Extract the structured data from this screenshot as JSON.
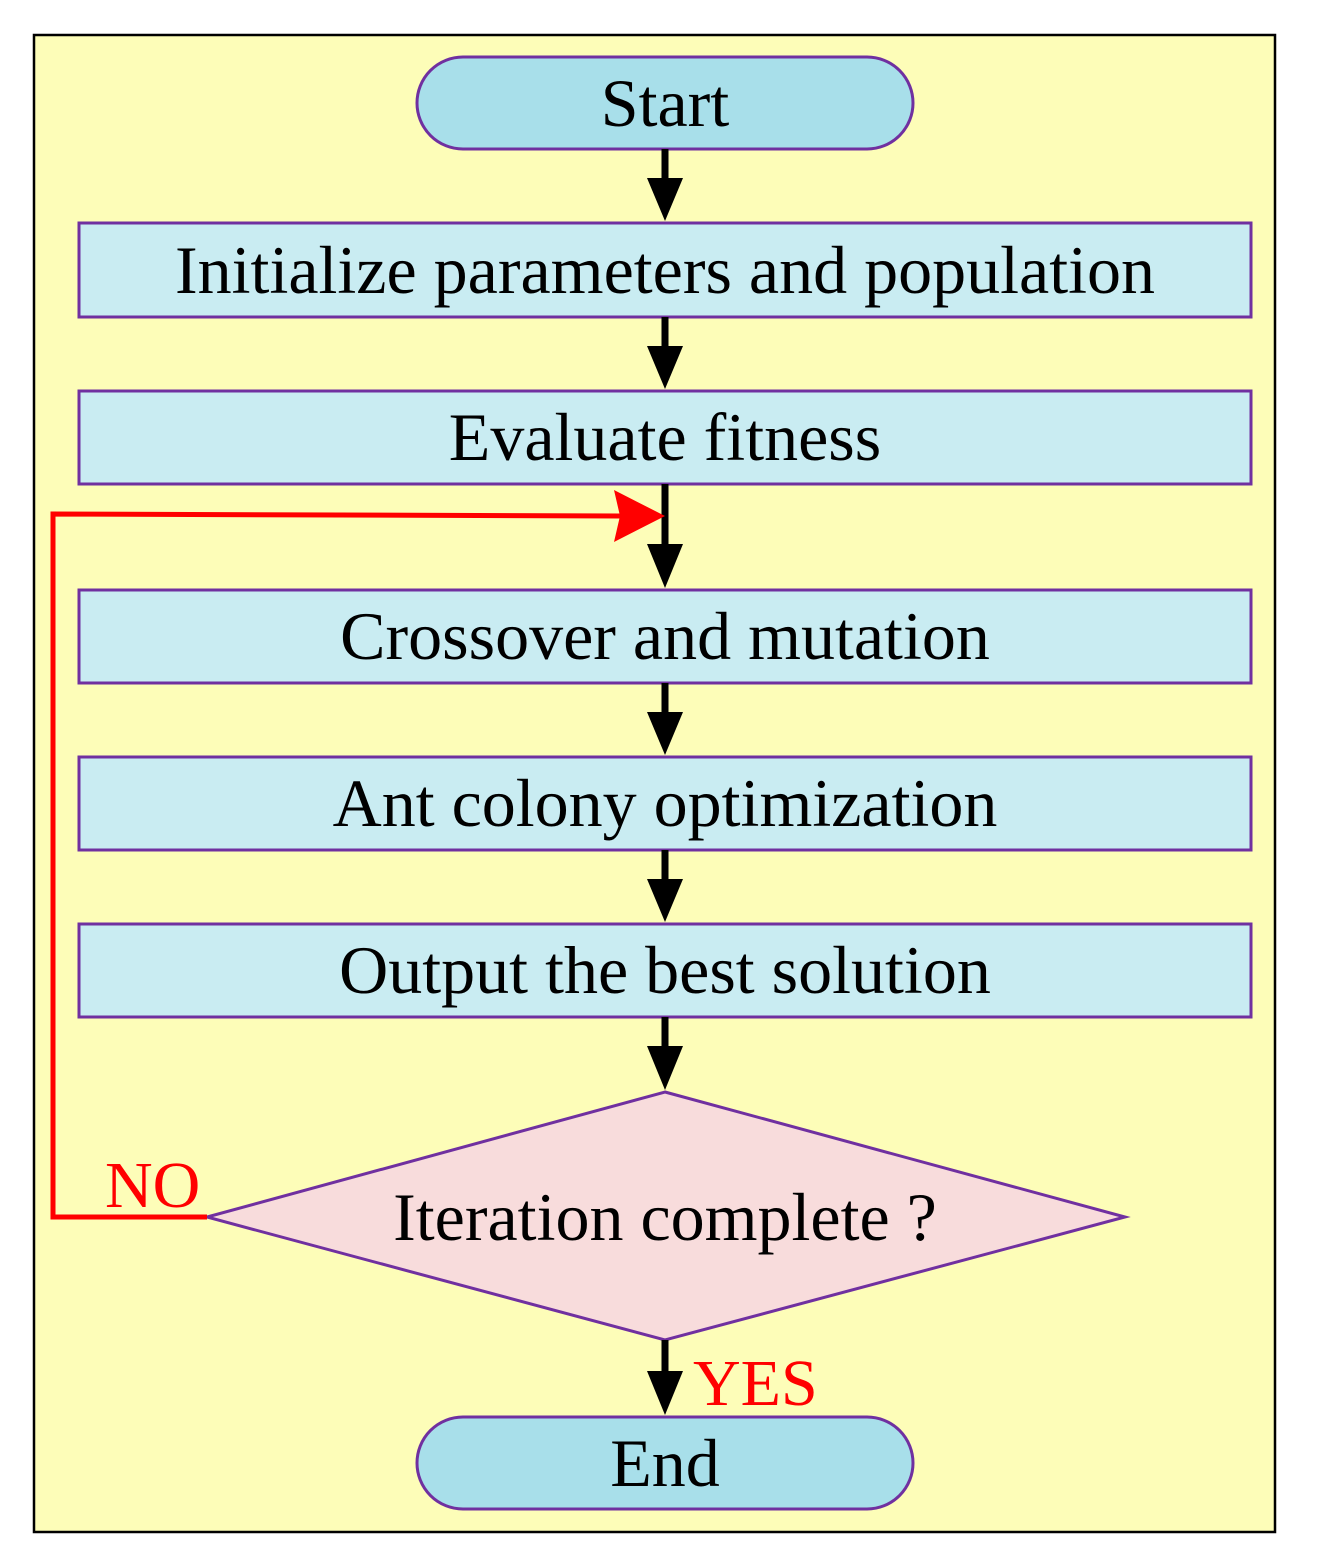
{
  "colors": {
    "background": "#fdfdb8",
    "frame": "#000000",
    "terminal_fill": "#a8dfea",
    "process_fill": "#c9ecf2",
    "decision_fill": "#f8dcdc",
    "node_stroke": "#7030a0",
    "arrow": "#000000",
    "loop": "#ff0000"
  },
  "nodes": {
    "start": "Start",
    "init": "Initialize parameters and population",
    "evaluate": "Evaluate fitness",
    "crossover": "Crossover and mutation",
    "aco": "Ant colony optimization",
    "output": "Output the best solution",
    "decision": "Iteration complete ?",
    "end": "End"
  },
  "labels": {
    "no": "NO",
    "yes": "YES"
  }
}
